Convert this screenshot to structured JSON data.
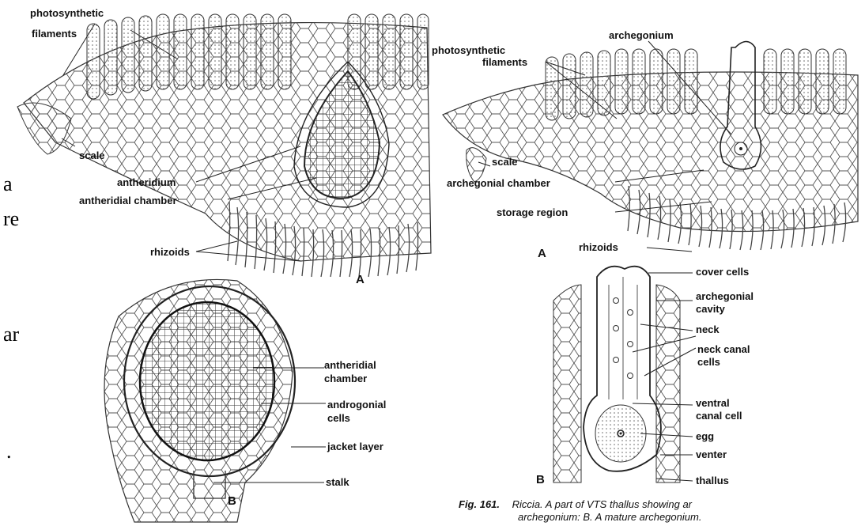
{
  "margin_text": [
    "a",
    "re",
    "ar",
    "."
  ],
  "figure_A_left": {
    "labels": {
      "photosynthetic": "photosynthetic",
      "filaments": "filaments",
      "scale": "scale",
      "antheridium": "antheridium",
      "antheridial_chamber": "antheridial  chamber",
      "rhizoids": "rhizoids"
    },
    "letter": "A"
  },
  "figure_B_left": {
    "labels": {
      "antheridial": "antheridial",
      "chamber": "chamber",
      "androgonial": "androgonial",
      "cells": "cells",
      "jacket_layer": "jacket layer",
      "stalk": "stalk"
    },
    "letter": "B"
  },
  "figure_A_right": {
    "labels": {
      "archegonium": "archegonium",
      "photosynthetic": "photosynthetic",
      "filaments": "filaments",
      "scale": "scale",
      "archegonial_chamber": "archegonial  chamber",
      "storage_region": "storage region",
      "rhizoids": "rhizoids"
    },
    "letter": "A"
  },
  "figure_B_right": {
    "labels": {
      "cover_cells": "cover cells",
      "archegonial": "archegonial",
      "cavity": "cavity",
      "neck": "neck",
      "neck_canal": "neck canal",
      "cells": "cells",
      "ventral": "ventral",
      "canal_cell": "canal cell",
      "egg": "egg",
      "venter": "venter",
      "thallus": "thallus"
    },
    "letter": "B"
  },
  "caption": {
    "fig": "Fig. 161.",
    "line1": "Riccia. A part of VTS thallus showing ar",
    "line2": "archegonium: B. A mature archegonium."
  }
}
